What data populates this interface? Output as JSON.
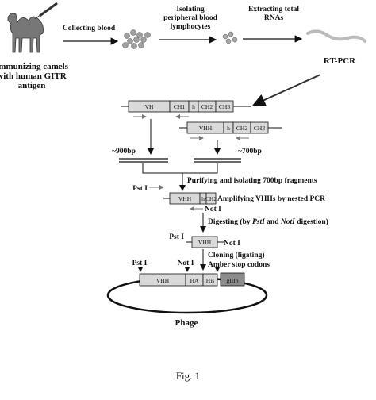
{
  "steps": {
    "immunize": [
      "Immunizing camels",
      "with human GITR",
      "antigen"
    ],
    "collecting": "Collecting blood",
    "isolating": [
      "Isolating",
      "peripheral blood",
      "lymphocytes"
    ],
    "extracting": [
      "Extracting total",
      "RNAs"
    ],
    "rtpcr": "RT-PCR",
    "purifying": "Purifying and isolating 700bp fragments",
    "amplifying": "Amplifying VHHs by nested PCR",
    "digesting_pre": "Digesting (by ",
    "digesting_enzyme1": "PstI",
    "digesting_mid": " and ",
    "digesting_enzyme2": "NotI",
    "digesting_post": " digestion)",
    "cloning": "Cloning (ligating)",
    "amber": "Amber stop codons"
  },
  "constructs": {
    "heavy": [
      "VH",
      "CH1",
      "h",
      "CH2",
      "CH3"
    ],
    "vhh": [
      "VHH",
      "h",
      "CH2",
      "CH3"
    ],
    "nested": [
      "VHH",
      "h",
      "CH2"
    ],
    "digested": [
      "VHH"
    ],
    "phage": [
      "VHH",
      "HA",
      "His",
      "gIIIp"
    ]
  },
  "sizes": {
    "left": "~900bp",
    "right": "~700bp"
  },
  "sites": {
    "pst": "Pst I",
    "not": "Not I"
  },
  "phage_label": "Phage",
  "caption": "Fig. 1",
  "colors": {
    "box": "#d9d9d9",
    "gene3": "#8c8c8c",
    "ink": "#111111",
    "cells": "#9e9e9e"
  }
}
